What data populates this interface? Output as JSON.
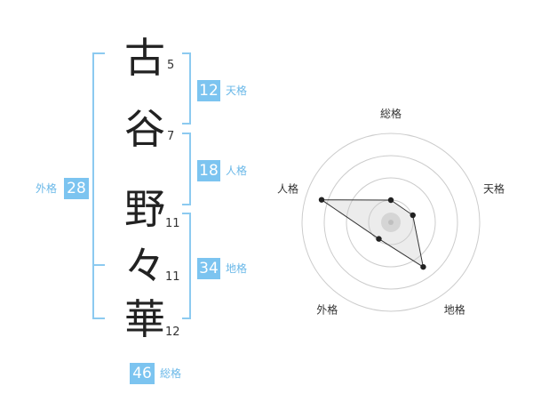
{
  "name": {
    "chars": [
      {
        "char": "古",
        "strokes": "5"
      },
      {
        "char": "谷",
        "strokes": "7"
      },
      {
        "char": "野",
        "strokes": "11"
      },
      {
        "char": "々",
        "strokes": "11"
      },
      {
        "char": "華",
        "strokes": "12"
      }
    ]
  },
  "fortunes": {
    "tenkaku": {
      "value": "12",
      "label": "天格"
    },
    "jinkaku": {
      "value": "18",
      "label": "人格"
    },
    "chikaku": {
      "value": "34",
      "label": "地格"
    },
    "gaikaku": {
      "value": "28",
      "label": "外格"
    },
    "soukaku": {
      "value": "46",
      "label": "総格"
    }
  },
  "colors": {
    "accent": "#7cc4f0",
    "accent_text": "#6ab8e8",
    "bracket": "#8ccaf0"
  },
  "chart_data": {
    "type": "radar",
    "axes": [
      "総格",
      "天格",
      "地格",
      "外格",
      "人格"
    ],
    "values": [
      0.25,
      0.26,
      0.62,
      0.23,
      0.82
    ],
    "max": 1,
    "rings": 4
  }
}
